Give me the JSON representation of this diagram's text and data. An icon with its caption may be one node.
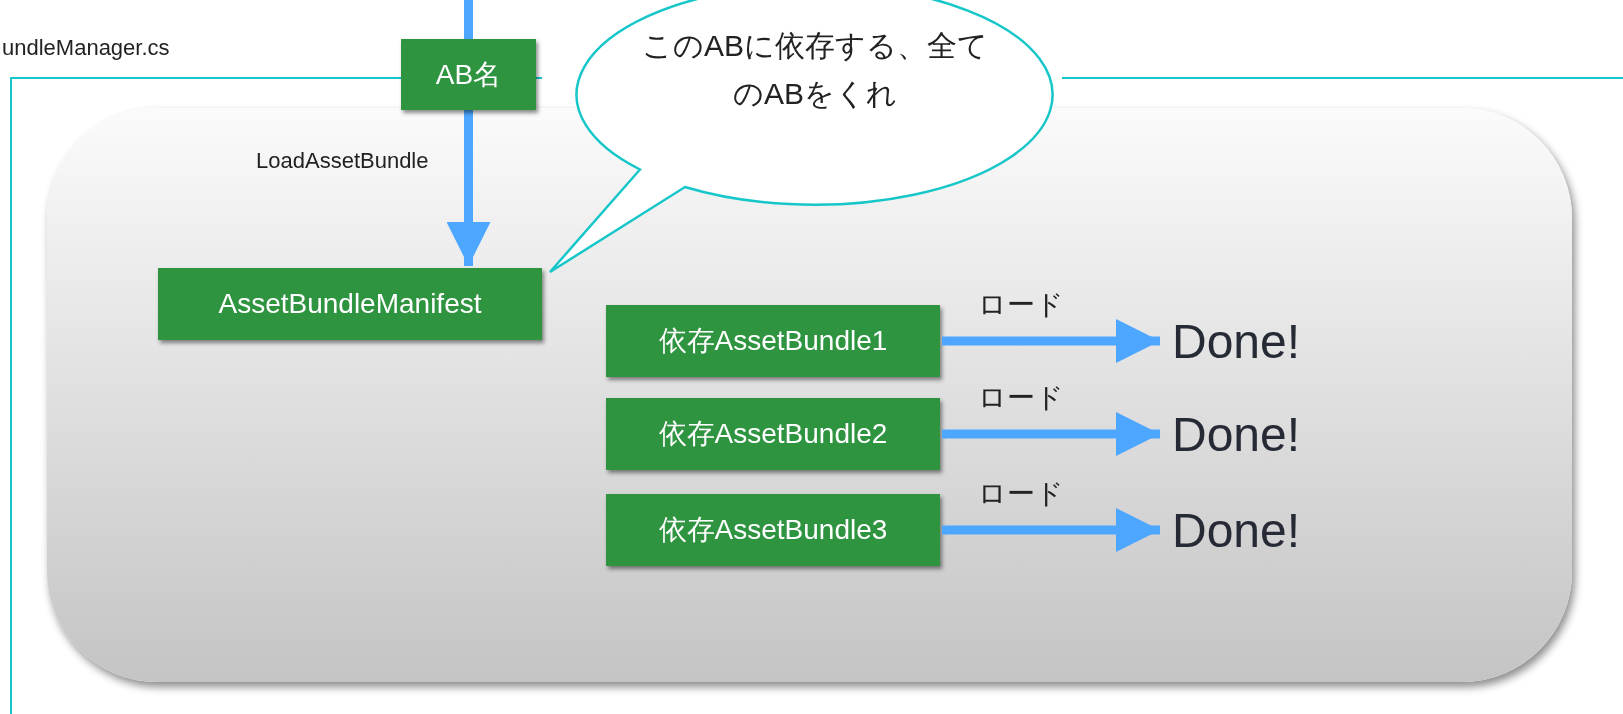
{
  "diagram": {
    "nodes": [
      {
        "text": [
          "undleManager.cs"
        ]
      },
      {
        "text": [
          "AB名"
        ]
      },
      {
        "text": [],
        "shape": "box",
        "in": 0
      },
      {
        "text": [
          "AssetBundleManifest"
        ],
        "in": 2
      },
      {
        "text": [
          "このABに依存する、全てのABをくれ"
        ]
      },
      {
        "text": [
          "依存AssetBundle1"
        ],
        "in": 2
      },
      {
        "text": [
          "依存AssetBundle2"
        ],
        "in": 2
      },
      {
        "text": [
          "依存AssetBundle3"
        ],
        "in": 2
      },
      {
        "text": [
          "Done!"
        ],
        "in": 2
      },
      {
        "text": [
          "Done!"
        ],
        "in": 2
      },
      {
        "text": [
          "Done!"
        ],
        "in": 2
      }
    ],
    "edges": [
      {
        "from": null,
        "to": 1,
        "arrow": "none"
      },
      {
        "from": 1,
        "to": 3,
        "arrow": "to",
        "label": "LoadAssetBundle"
      },
      {
        "from": 5,
        "to": 8,
        "arrow": "to",
        "label": "ロード"
      },
      {
        "from": 6,
        "to": 9,
        "arrow": "to",
        "label": "ロード"
      },
      {
        "from": 7,
        "to": 10,
        "arrow": "to",
        "label": "ロード"
      }
    ]
  }
}
